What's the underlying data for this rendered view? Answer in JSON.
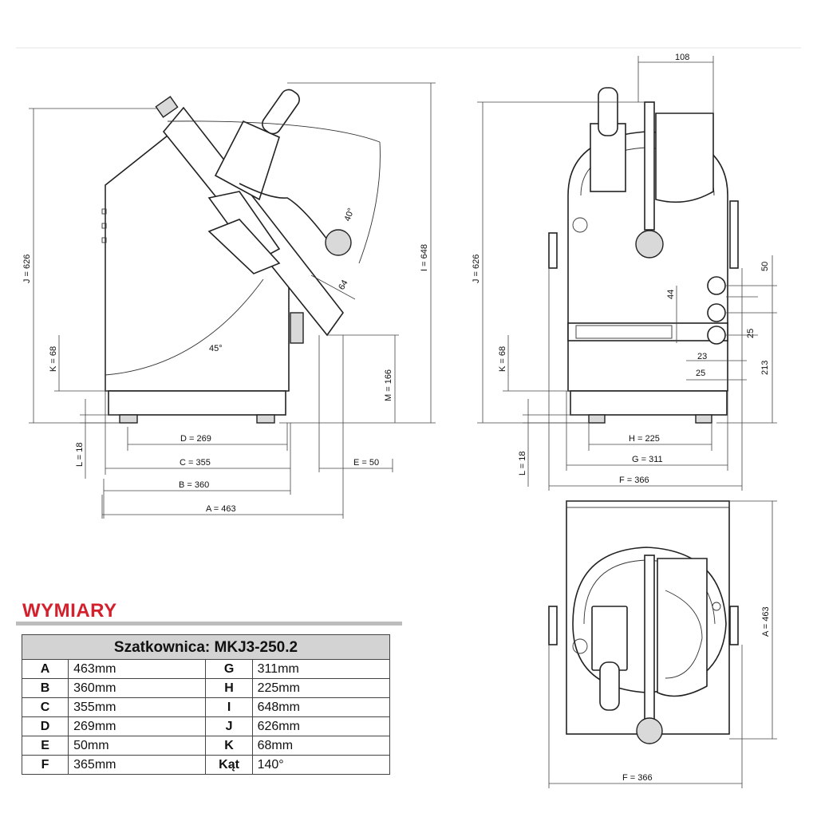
{
  "section_title": "WYMIARY",
  "table_title": "Szatkownica: MKJ3-250.2",
  "table_rows": [
    {
      "k1": "A",
      "v1": "463mm",
      "k2": "G",
      "v2": "311mm"
    },
    {
      "k1": "B",
      "v1": "360mm",
      "k2": "H",
      "v2": "225mm"
    },
    {
      "k1": "C",
      "v1": "355mm",
      "k2": "I",
      "v2": "648mm"
    },
    {
      "k1": "D",
      "v1": "269mm",
      "k2": "J",
      "v2": "626mm"
    },
    {
      "k1": "E",
      "v1": "50mm",
      "k2": "K",
      "v2": "68mm"
    },
    {
      "k1": "F",
      "v1": "365mm",
      "k2": "Kąt",
      "v2": "140°"
    }
  ],
  "side_view": {
    "D": "D = 269",
    "C": "C = 355",
    "E": "E = 50",
    "B": "B = 360",
    "A": "A = 463",
    "J": "J = 626",
    "K": "K = 68",
    "L": "L = 18",
    "I": "I = 648",
    "M": "M = 166",
    "angle_top": "40°",
    "angle_bottom": "45°",
    "d64": "64"
  },
  "front_view": {
    "d108": "108",
    "J": "J = 626",
    "K": "K = 68",
    "L": "L = 18",
    "H": "H = 225",
    "G": "G = 311",
    "F": "F = 366",
    "d50": "50",
    "d44": "44",
    "d25a": "25",
    "d23": "23",
    "d25b": "25",
    "d213": "213"
  },
  "top_view": {
    "A": "A = 463",
    "F": "F = 366"
  }
}
